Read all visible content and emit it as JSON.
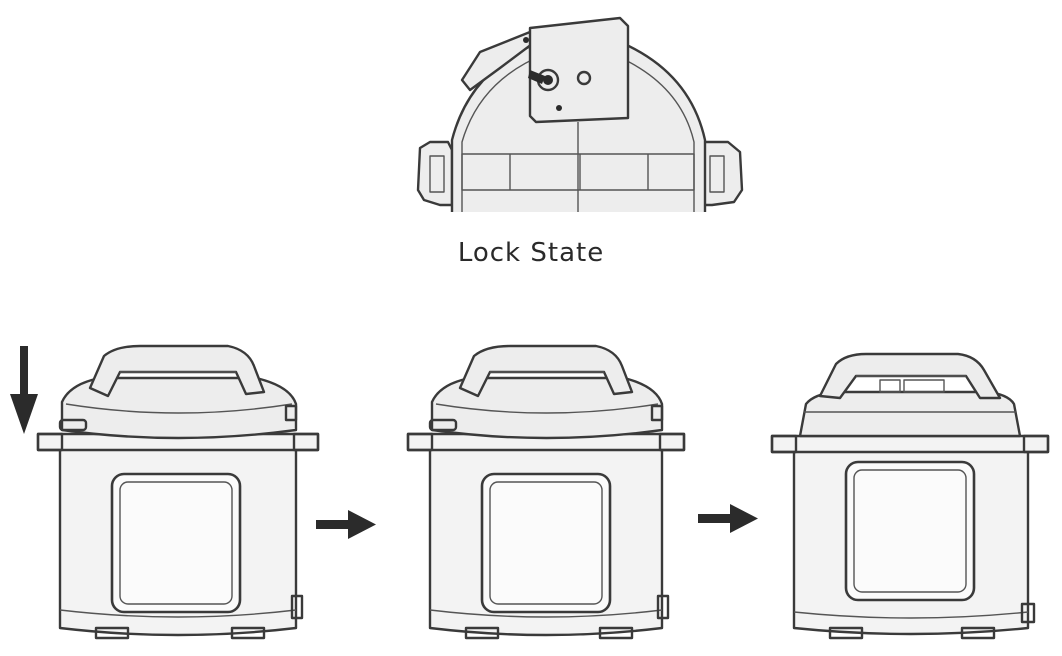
{
  "caption": {
    "lock_state": "Lock State"
  },
  "steps": [
    {
      "id": "lid-pressing-down",
      "has_down_arrow": true
    },
    {
      "id": "lid-placed"
    },
    {
      "id": "lid-locked"
    }
  ],
  "colors": {
    "line": "#3a3a3a",
    "fill": "#f3f3f3",
    "arrow": "#2b2b2b"
  }
}
